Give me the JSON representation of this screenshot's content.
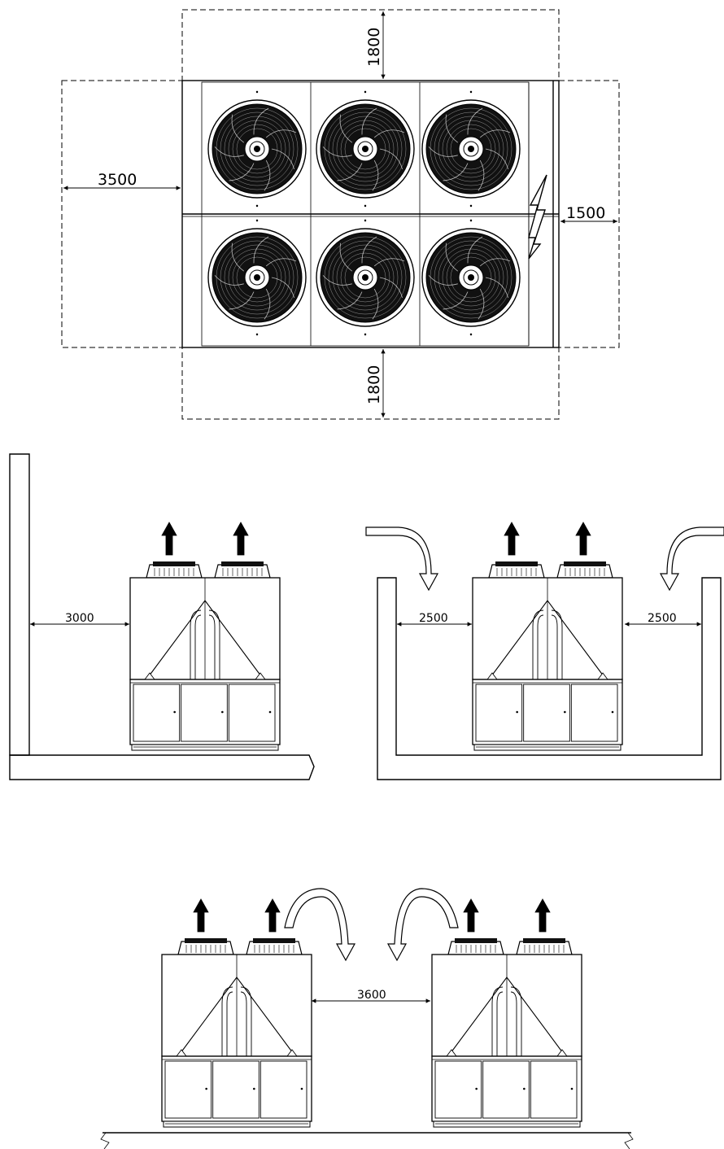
{
  "plan_view": {
    "dimensions": {
      "top": "1800",
      "bottom": "1800",
      "left": "3500",
      "right": "1500"
    },
    "fan_count": 6,
    "electrical_symbol": "lightning-bolt-icon"
  },
  "elevation_wall_one_side": {
    "dimension": "3000"
  },
  "elevation_walls_both_sides": {
    "dimension_left": "2500",
    "dimension_right": "2500"
  },
  "elevation_two_units": {
    "dimension": "3600"
  },
  "colors": {
    "line": "#000000",
    "fan_dark": "#111111",
    "background": "#ffffff"
  }
}
